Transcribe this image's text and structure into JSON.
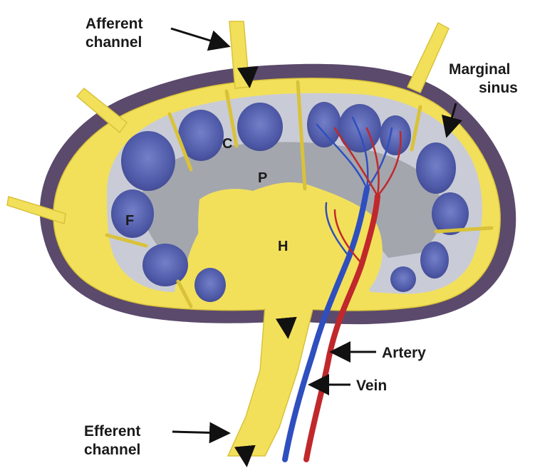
{
  "labels": {
    "afferent_line1": "Afferent",
    "afferent_line2": "channel",
    "marginal_line1": "Marginal",
    "marginal_line2": "sinus",
    "artery": "Artery",
    "vein": "Vein",
    "efferent_line1": "Efferent",
    "efferent_line2": "channel"
  },
  "zones": {
    "cortex": "C",
    "paracortex": "P",
    "follicle": "F",
    "hilum": "H"
  },
  "colors": {
    "capsule": "#5b4a6b",
    "sinus_yellow": "#f2e05a",
    "yellow_outline": "#d9c23a",
    "cortex_light": "#c9ccd6",
    "paracortex_gray": "#a3a6ad",
    "follicle_blue": "#4f5aa8",
    "follicle_core": "#6b78c4",
    "artery_red": "#c0282b",
    "vein_blue": "#2f4fbf",
    "arrow": "#111111"
  }
}
